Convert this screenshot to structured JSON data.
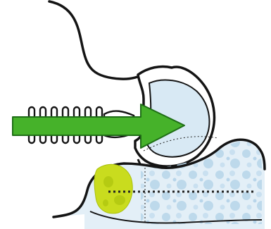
{
  "diagram": {
    "labels": [],
    "colors": {
      "outline": "#141414",
      "arrow_fill": "#46b22a",
      "arrow_stroke": "#1f6e16",
      "lens_fill": "#d8e9f4",
      "lens_spots": "#b9d6ea",
      "bulge_fill": "#c9dc1e",
      "bulge_dark": "#a9c00c",
      "dotted_line": "#222222"
    },
    "icons": [
      "head-profile-outline",
      "ear-canal-ridges",
      "direction-arrow",
      "eye-globe",
      "fluid-pocket",
      "yellow-bulge"
    ]
  }
}
